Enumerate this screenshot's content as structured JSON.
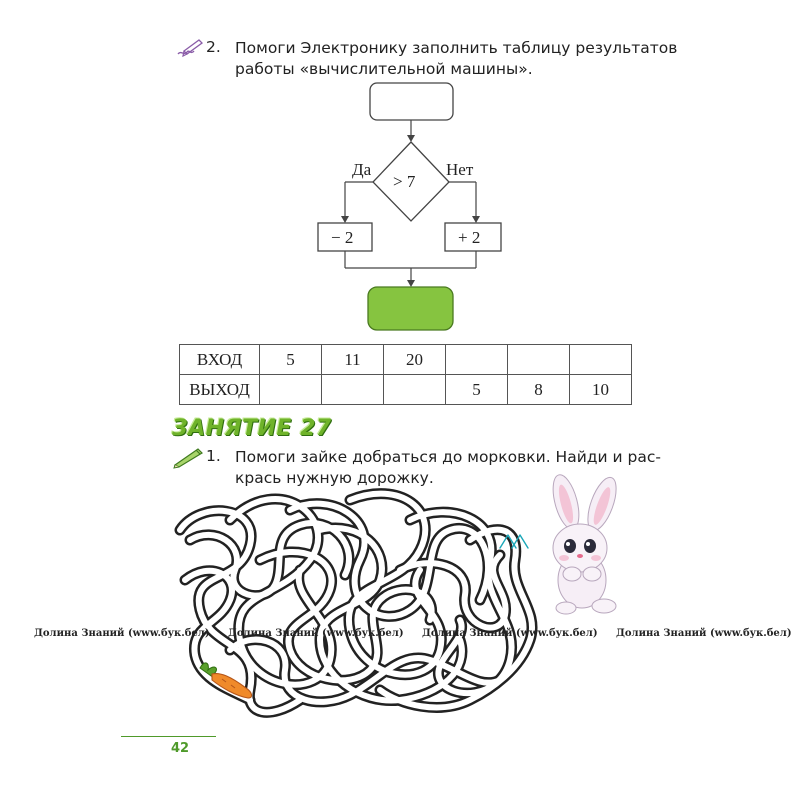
{
  "task2": {
    "number": "2.",
    "line1": "Помоги Электронику заполнить таблицу результатов",
    "line2": "работы «вычислительной машины»."
  },
  "flowchart": {
    "condition": "> 7",
    "yes": "Да",
    "no": "Нет",
    "left_op": "− 2",
    "right_op": "+ 2",
    "output_color": "#86c440"
  },
  "io_table": {
    "input_label": "ВХОД",
    "output_label": "ВЫХОД",
    "inputs": [
      "5",
      "11",
      "20",
      "",
      "",
      ""
    ],
    "outputs": [
      "",
      "",
      "",
      "5",
      "8",
      "10"
    ]
  },
  "lesson": {
    "title": "ЗАНЯТИЕ 27"
  },
  "task1": {
    "number": "1.",
    "line1": "Помоги зайке добраться до морковки. Найди и рас-",
    "line2": "крась нужную дорожку."
  },
  "watermarks": [
    "Долина Знаний (www.бук.бел)",
    "Долина Знаний (www.бук.бел)",
    "Долина Знаний (www.бук.бел)",
    "Долина Знаний (www.бук.бел)"
  ],
  "page": {
    "number": "42"
  },
  "icons": {
    "task2_icon": "pencil-writing-icon",
    "task1_icon": "pencil-icon",
    "rabbit": "bunny-illustration",
    "carrot": "carrot-illustration",
    "maze": "tangled-maze-illustration"
  }
}
